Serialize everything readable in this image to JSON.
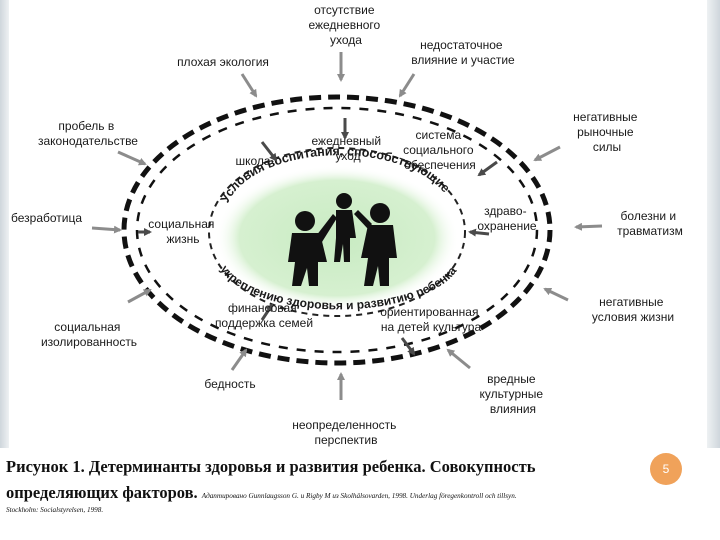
{
  "diagram": {
    "center_title_top": "Условия воспитания, способствующие",
    "center_title_bottom": "укреплению здоровья и развитию ребенка",
    "outer_factors": {
      "absence_care": [
        "отсутствие",
        "ежедневного",
        "ухода"
      ],
      "bad_ecology": [
        "плохая экология"
      ],
      "insufficient_influence": [
        "недостаточное",
        "влияние и участие"
      ],
      "law_gap": [
        "пробель в",
        "законодательстве"
      ],
      "market_forces": [
        "негативные",
        "рыночные",
        "силы"
      ],
      "unemployment": [
        "безработица"
      ],
      "disease_injury": [
        "болезни и",
        "травматизм"
      ],
      "social_isolation": [
        "социальная",
        "изолированность"
      ],
      "negative_living": [
        "негативные",
        "условия жизни"
      ],
      "poverty": [
        "бедность"
      ],
      "cultural_influence": [
        "вредные",
        "культурные",
        "влияния"
      ],
      "uncertainty": [
        "неопределенность",
        "перспектив"
      ]
    },
    "inner_factors": {
      "school": [
        "школа"
      ],
      "daily_care": [
        "ежедневный",
        "уход"
      ],
      "social_security": [
        "система",
        "социального",
        "обеспечения"
      ],
      "social_life": [
        "социальная",
        "жизнь"
      ],
      "healthcare": [
        "здраво-",
        "охранение"
      ],
      "financial_support": [
        "финансовая",
        "поддержка семей"
      ],
      "child_culture": [
        "ориентированная",
        "на детей культура"
      ]
    }
  },
  "caption": {
    "line1": "Рисунок 1. Детерминанты здоровья и развития ребенка. Совокупность",
    "line2": "определяющих факторов.",
    "source_a": "Адаптировано Gunnlaugsson G. и Rigby M из Skolhälsovarden, 1998. Underlag föregenkontroll och tillsyn.",
    "source_b": "Stockholm: Socialstyrelsen, 1998."
  },
  "page_number": "5",
  "colors": {
    "arrow": "#8c8c8c",
    "center_fill": "#c8ebc2",
    "figure": "#111111",
    "page_badge": "#f0a25a"
  }
}
